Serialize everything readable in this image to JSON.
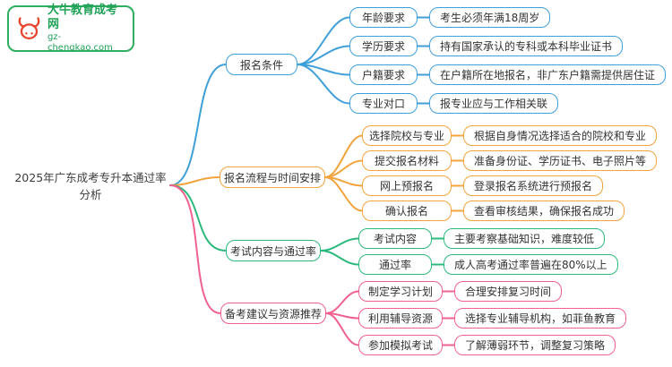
{
  "logo": {
    "title": "大牛教育成考网",
    "domain": "gz-chengkao.com"
  },
  "root": "2025年广东成考专升本通过率分析",
  "colors": {
    "blue": "#3f9fd8",
    "orange": "#f2a33c",
    "green": "#2cb97c",
    "pink": "#f0618e",
    "logo_green": "#2eaf5f",
    "logo_red": "#e8452e"
  },
  "branches": [
    {
      "label": "报名条件",
      "color": "#3f9fd8",
      "children": [
        {
          "label": "年龄要求",
          "value": "考生必须年满18周岁"
        },
        {
          "label": "学历要求",
          "value": "持有国家承认的专科或本科毕业证书"
        },
        {
          "label": "户籍要求",
          "value": "在户籍所在地报名，非广东户籍需提供居住证"
        },
        {
          "label": "专业对口",
          "value": "报专业应与工作相关联"
        }
      ]
    },
    {
      "label": "报名流程与时间安排",
      "color": "#f2a33c",
      "children": [
        {
          "label": "选择院校与专业",
          "value": "根据自身情况选择适合的院校和专业"
        },
        {
          "label": "提交报名材料",
          "value": "准备身份证、学历证书、电子照片等"
        },
        {
          "label": "网上预报名",
          "value": "登录报名系统进行预报名"
        },
        {
          "label": "确认报名",
          "value": "查看审核结果，确保报名成功"
        }
      ]
    },
    {
      "label": "考试内容与通过率",
      "color": "#2cb97c",
      "children": [
        {
          "label": "考试内容",
          "value": "主要考察基础知识，难度较低"
        },
        {
          "label": "通过率",
          "value": "成人高考通过率普遍在80%以上"
        }
      ]
    },
    {
      "label": "备考建议与资源推荐",
      "color": "#f0618e",
      "children": [
        {
          "label": "制定学习计划",
          "value": "合理安排复习时间"
        },
        {
          "label": "利用辅导资源",
          "value": "选择专业辅导机构，如菲鱼教育"
        },
        {
          "label": "参加模拟考试",
          "value": "了解薄弱环节，调整复习策略"
        }
      ]
    }
  ]
}
